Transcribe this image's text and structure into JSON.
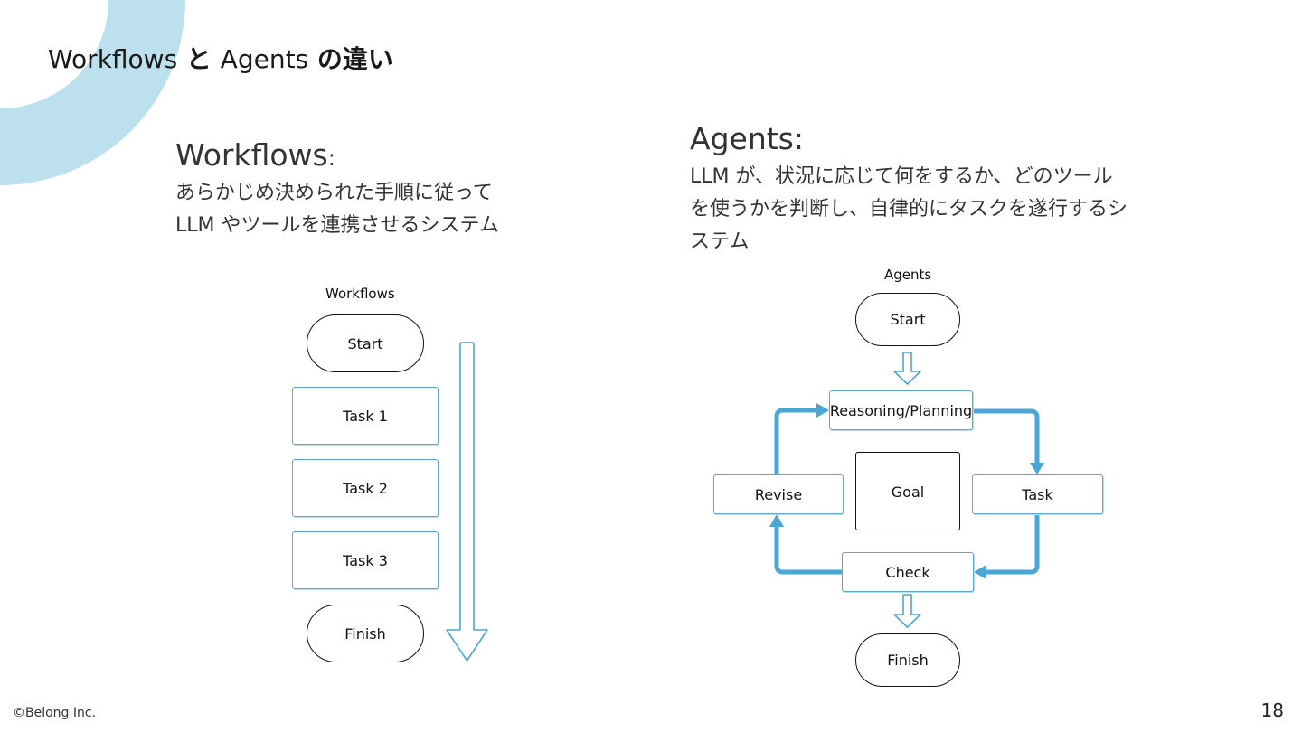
{
  "slide": {
    "title": {
      "part1": "Workflows",
      "part2": " と ",
      "part3": "Agents",
      "part4": " の違い"
    },
    "workflows": {
      "heading": "Workflows",
      "heading_colon": ":",
      "desc_lines": [
        "あらかじめ決められた手順に従って",
        "LLM やツールを連携させるシステム"
      ],
      "diagram": {
        "label": "Workflows",
        "start": "Start",
        "tasks": [
          "Task 1",
          "Task 2",
          "Task 3"
        ],
        "finish": "Finish"
      }
    },
    "agents": {
      "heading": "Agents:",
      "desc_lines": [
        "LLM が、状況に応じて何をするか、どのツール",
        "を使うかを判断し、自律的にタスクを遂行するシ",
        "ステム"
      ],
      "diagram": {
        "label": "Agents",
        "start": "Start",
        "reasoning": "Reasoning/Planning",
        "goal": "Goal",
        "revise": "Revise",
        "task": "Task",
        "check": "Check",
        "finish": "Finish"
      }
    },
    "footer": {
      "copyright": "©Belong Inc.",
      "page_number": "18"
    },
    "colors": {
      "accent_blue": "#4aa6d4",
      "box_border": "#5ba8cf",
      "decor_light_blue": "#bde0ee",
      "outline_black": "#111111"
    }
  }
}
